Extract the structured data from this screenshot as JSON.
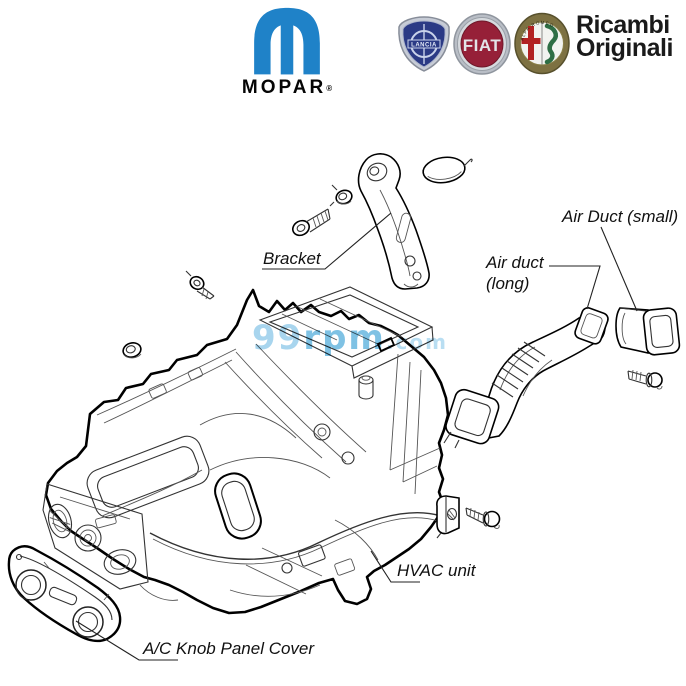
{
  "header": {
    "mopar": {
      "wordmark": "MOPAR",
      "reg": "®"
    },
    "badges": [
      {
        "name": "lancia",
        "label": "LANCIA"
      },
      {
        "name": "fiat",
        "label": "FIAT"
      },
      {
        "name": "alfa-romeo",
        "label": "ALFA ROMEO"
      }
    ],
    "tagline": {
      "line1": "Ricambi",
      "line2": "Originali"
    }
  },
  "watermark": {
    "part1": "99",
    "part2": "rpm",
    "part3": ".com"
  },
  "diagram": {
    "labels": {
      "bracket": "Bracket",
      "air_duct_long_line1": "Air duct",
      "air_duct_long_line2": "(long)",
      "air_duct_small": "Air Duct (small)",
      "hvac_unit": "HVAC unit",
      "ac_knob_panel_cover": "A/C Knob Panel Cover"
    }
  },
  "colors": {
    "mopar_blue": "#1f82c8",
    "fiat_red": "#962038",
    "lancia_navy": "#2b3a85",
    "alfa_cross_red": "#b22222",
    "alfa_serpent_green": "#2e6e45",
    "watermark_blue": "#7fc2e4",
    "label_text": "#111111",
    "tagline_text": "#1a1a1a"
  }
}
